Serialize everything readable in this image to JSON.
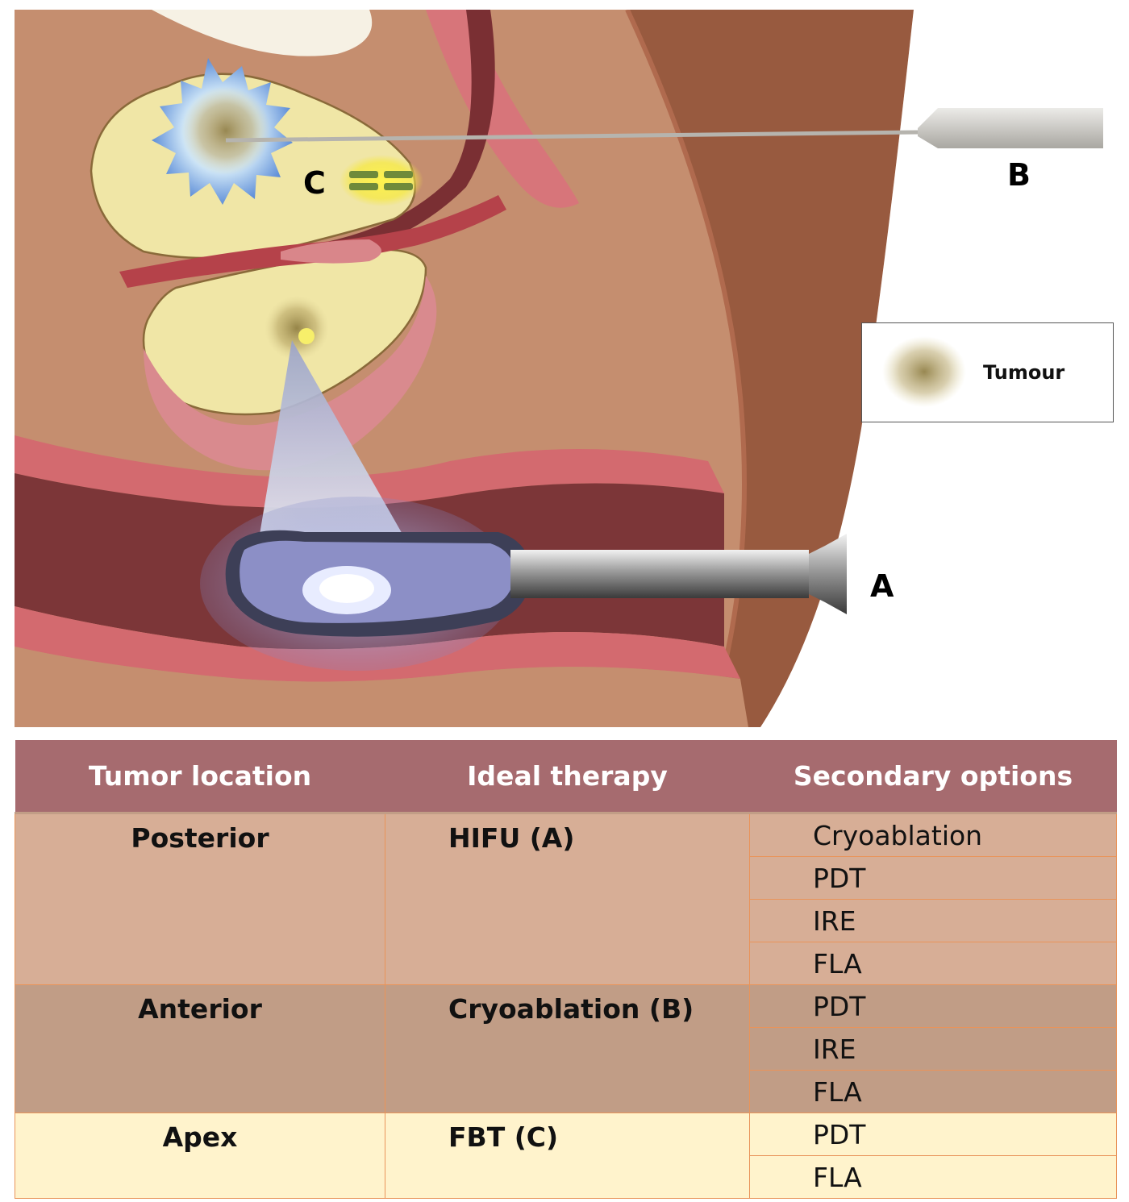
{
  "figure": {
    "labels": {
      "a": "A",
      "b": "B",
      "c": "C"
    },
    "legend": {
      "text": "Tumour"
    }
  },
  "table": {
    "headers": [
      "Tumor location",
      "Ideal therapy",
      "Secondary options"
    ],
    "groups": [
      {
        "location": "Posterior",
        "ideal": "HIFU (A)",
        "secondary": [
          "Cryoablation",
          "PDT",
          "IRE",
          "FLA"
        ]
      },
      {
        "location": "Anterior",
        "ideal": "Cryoablation (B)",
        "secondary": [
          "PDT",
          "IRE",
          "FLA"
        ]
      },
      {
        "location": "Apex",
        "ideal": "FBT (C)",
        "secondary": [
          "PDT",
          "FLA"
        ]
      }
    ]
  },
  "colors": {
    "header_bg": "#a66b6f",
    "posterior_bg": "#d7ae96",
    "anterior_bg": "#c19d86",
    "apex_bg": "#fff3cc",
    "grid_line": "#e9945a"
  }
}
